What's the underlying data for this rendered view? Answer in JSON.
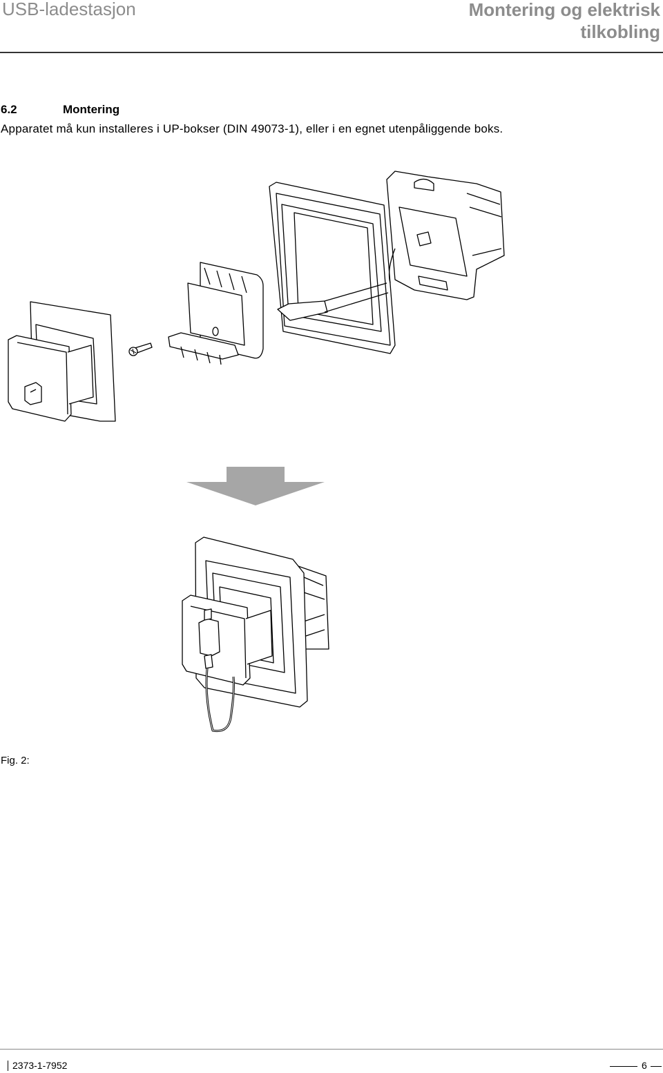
{
  "header": {
    "product": "USB-ladestasjon",
    "chapter_line1": "Montering og elektrisk",
    "chapter_line2": "tilkobling"
  },
  "section": {
    "number": "6.2",
    "title": "Montering",
    "text": "Apparatet må kun installeres i UP-bokser (DIN 49073-1), eller i en egnet utenpåliggende boks."
  },
  "figure": {
    "caption": "Fig. 2:",
    "arrow_color": "#a6a6a6"
  },
  "footer": {
    "doc_number": "2373-1-7952",
    "page_number": "6"
  }
}
